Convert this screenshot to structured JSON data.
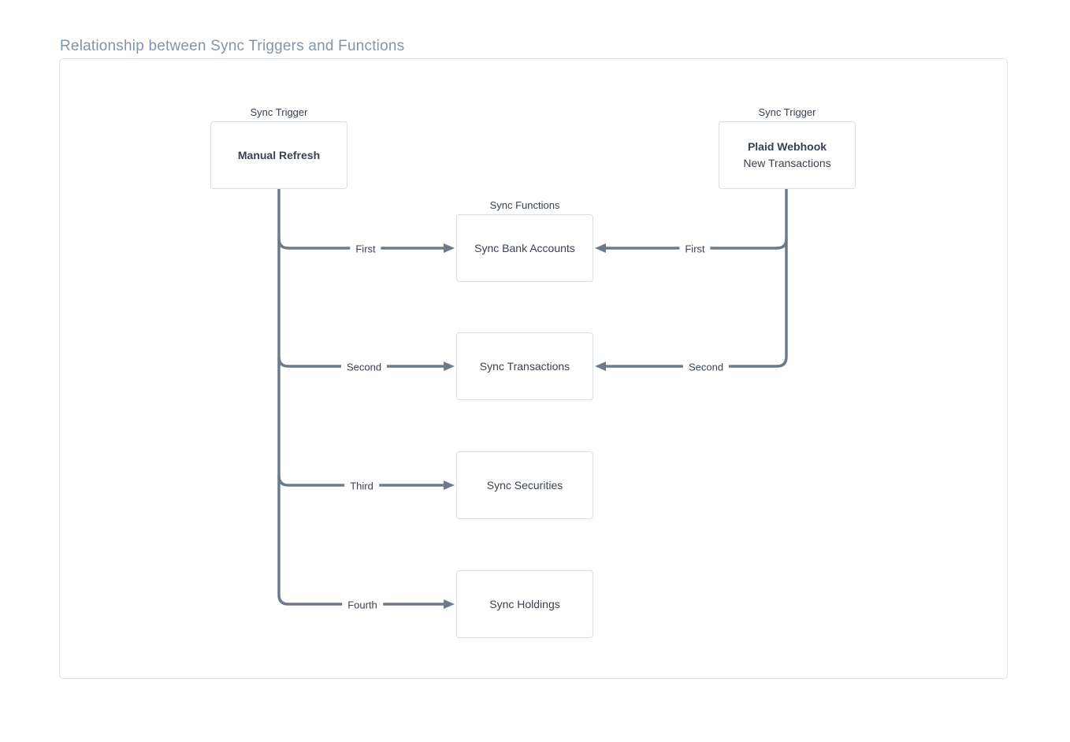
{
  "title": "Relationship between Sync Triggers and Functions",
  "diagram": {
    "triggers": [
      {
        "caption": "Sync Trigger",
        "name": "Manual Refresh",
        "subtitle": ""
      },
      {
        "caption": "Sync Trigger",
        "name": "Plaid Webhook",
        "subtitle": "New Transactions"
      }
    ],
    "functions_caption": "Sync Functions",
    "functions": [
      {
        "label": "Sync Bank Accounts"
      },
      {
        "label": "Sync Transactions"
      },
      {
        "label": "Sync Securities"
      },
      {
        "label": "Sync Holdings"
      }
    ],
    "left_edges": [
      {
        "label": "First"
      },
      {
        "label": "Second"
      },
      {
        "label": "Third"
      },
      {
        "label": "Fourth"
      }
    ],
    "right_edges": [
      {
        "label": "First"
      },
      {
        "label": "Second"
      }
    ],
    "colors": {
      "line": "#6e7a89",
      "box_border": "#d8dee6",
      "container_border": "#dde3ea",
      "text": "#39424f",
      "title": "#8494a8"
    }
  }
}
